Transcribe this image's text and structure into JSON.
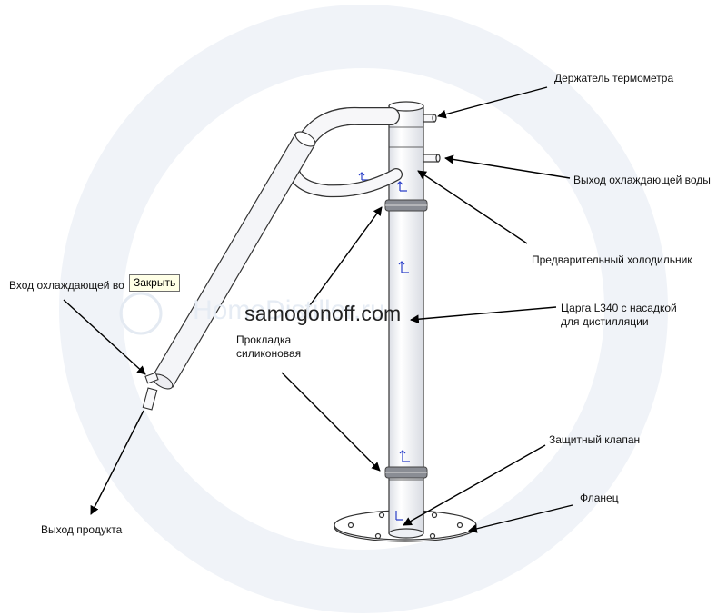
{
  "watermark": {
    "site_text": "HomeDistiller.ru"
  },
  "labels": {
    "thermometer_holder": "Держатель термометра",
    "cooling_water_out": "Выход охлаждающей воды",
    "pre_cooler": "Предварительный холодильник",
    "cooling_water_in": "Вход охлаждающей во",
    "tsarga_line1": "Царга L340 с насадкой",
    "tsarga_line2": "для дистилляции",
    "gasket_line1": "Прокладка",
    "gasket_line2": "силиконовая",
    "safety_valve": "Защитный клапан",
    "flange": "Фланец",
    "product_out": "Выход продукта"
  },
  "tooltip": {
    "close_label": "Закрыть"
  },
  "url_watermark": "samogonoff.com",
  "colors": {
    "outline": "#333333",
    "part_fill": "#f6f6f8",
    "accent_marker": "#2b3fc8",
    "gasket": "#555555"
  }
}
